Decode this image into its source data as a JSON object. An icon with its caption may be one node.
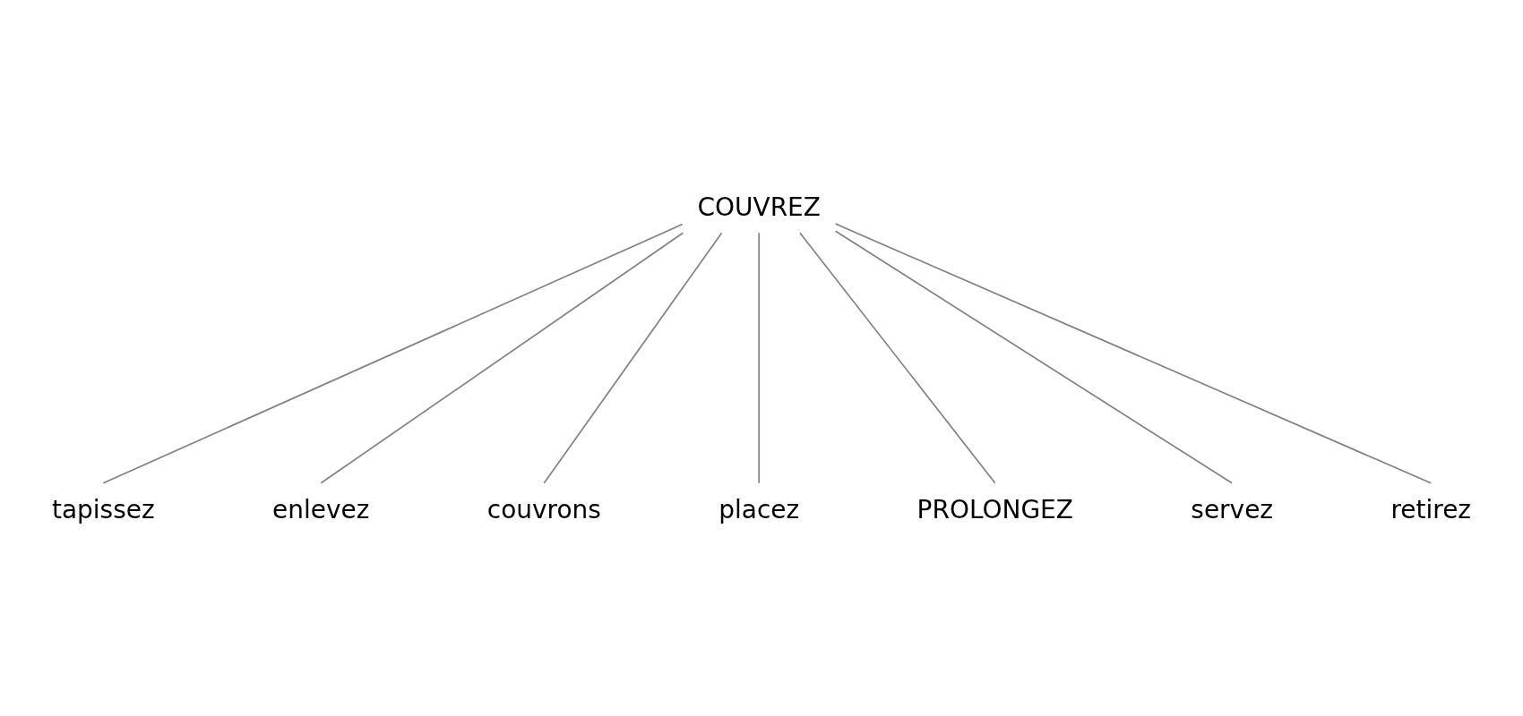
{
  "diagram": {
    "nodes": [
      {
        "text": [
          "tapissez"
        ]
      },
      {
        "text": [
          "enlevez"
        ]
      },
      {
        "text": [
          "couvrons"
        ]
      },
      {
        "text": [
          "placez"
        ]
      },
      {
        "text": [
          "COUVREZ"
        ]
      },
      {
        "text": [
          "PROLONGEZ"
        ]
      },
      {
        "text": [
          "servez"
        ]
      },
      {
        "text": [
          "retirez"
        ]
      }
    ],
    "edges": [
      {
        "from": 4,
        "to": 0,
        "arrow": "none"
      },
      {
        "from": 4,
        "to": 1,
        "arrow": "none"
      },
      {
        "from": 4,
        "to": 2,
        "arrow": "none"
      },
      {
        "from": 4,
        "to": 3,
        "arrow": "none"
      },
      {
        "from": 4,
        "to": 5,
        "arrow": "none"
      },
      {
        "from": 4,
        "to": 6,
        "arrow": "none"
      },
      {
        "from": 4,
        "to": 7,
        "arrow": "none"
      }
    ]
  }
}
